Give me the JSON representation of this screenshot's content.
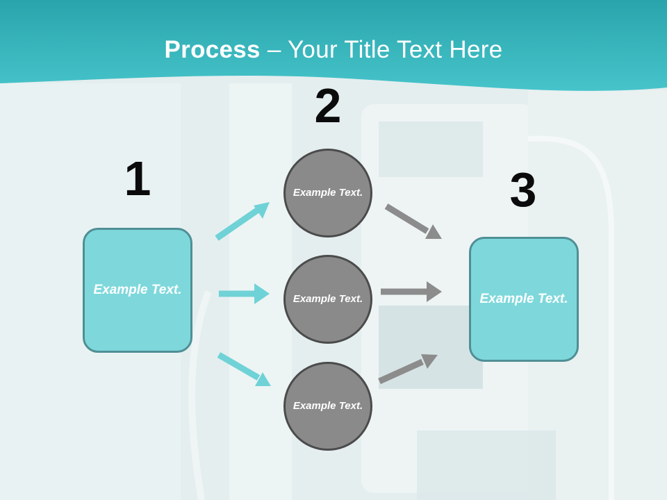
{
  "title": {
    "bold": "Process",
    "rest": " – Your Title Text Here"
  },
  "steps": [
    {
      "number": "1",
      "text": "Example Text."
    },
    {
      "number": "2",
      "items": [
        {
          "text": "Example Text."
        },
        {
          "text": "Example Text."
        },
        {
          "text": "Example Text."
        }
      ]
    },
    {
      "number": "3",
      "text": "Example Text."
    }
  ],
  "colors": {
    "header": "#3fbcc3",
    "box_fill": "#7ed8db",
    "circle_fill": "#8a8a8a",
    "teal_arrow": "#6fd2d6",
    "gray_arrow": "#8c8c8c"
  }
}
